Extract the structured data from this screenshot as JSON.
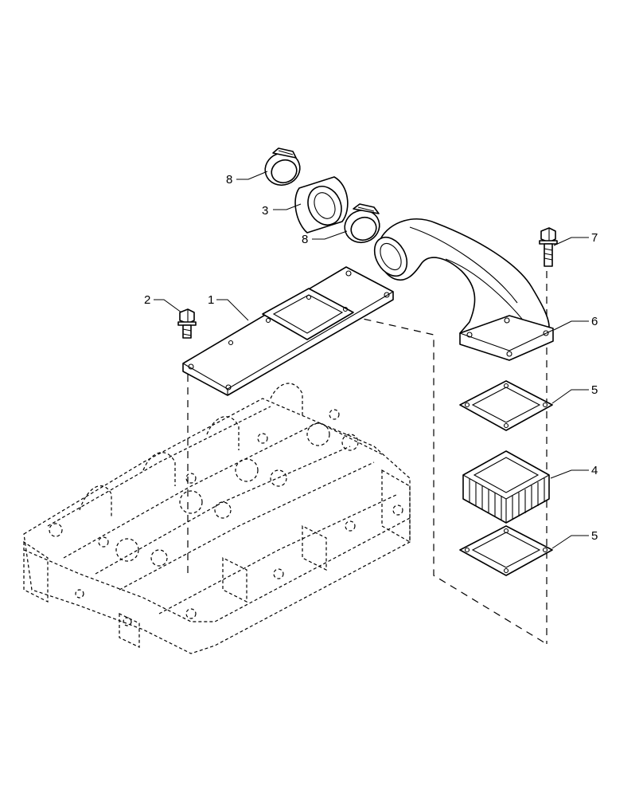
{
  "callouts": [
    {
      "id": "c1",
      "text": "1"
    },
    {
      "id": "c2",
      "text": "2"
    },
    {
      "id": "c3",
      "text": "3"
    },
    {
      "id": "c4",
      "text": "4"
    },
    {
      "id": "c5a",
      "text": "5"
    },
    {
      "id": "c5b",
      "text": "5"
    },
    {
      "id": "c6",
      "text": "6"
    },
    {
      "id": "c7",
      "text": "7"
    },
    {
      "id": "c8a",
      "text": "8"
    },
    {
      "id": "c8b",
      "text": "8"
    }
  ]
}
